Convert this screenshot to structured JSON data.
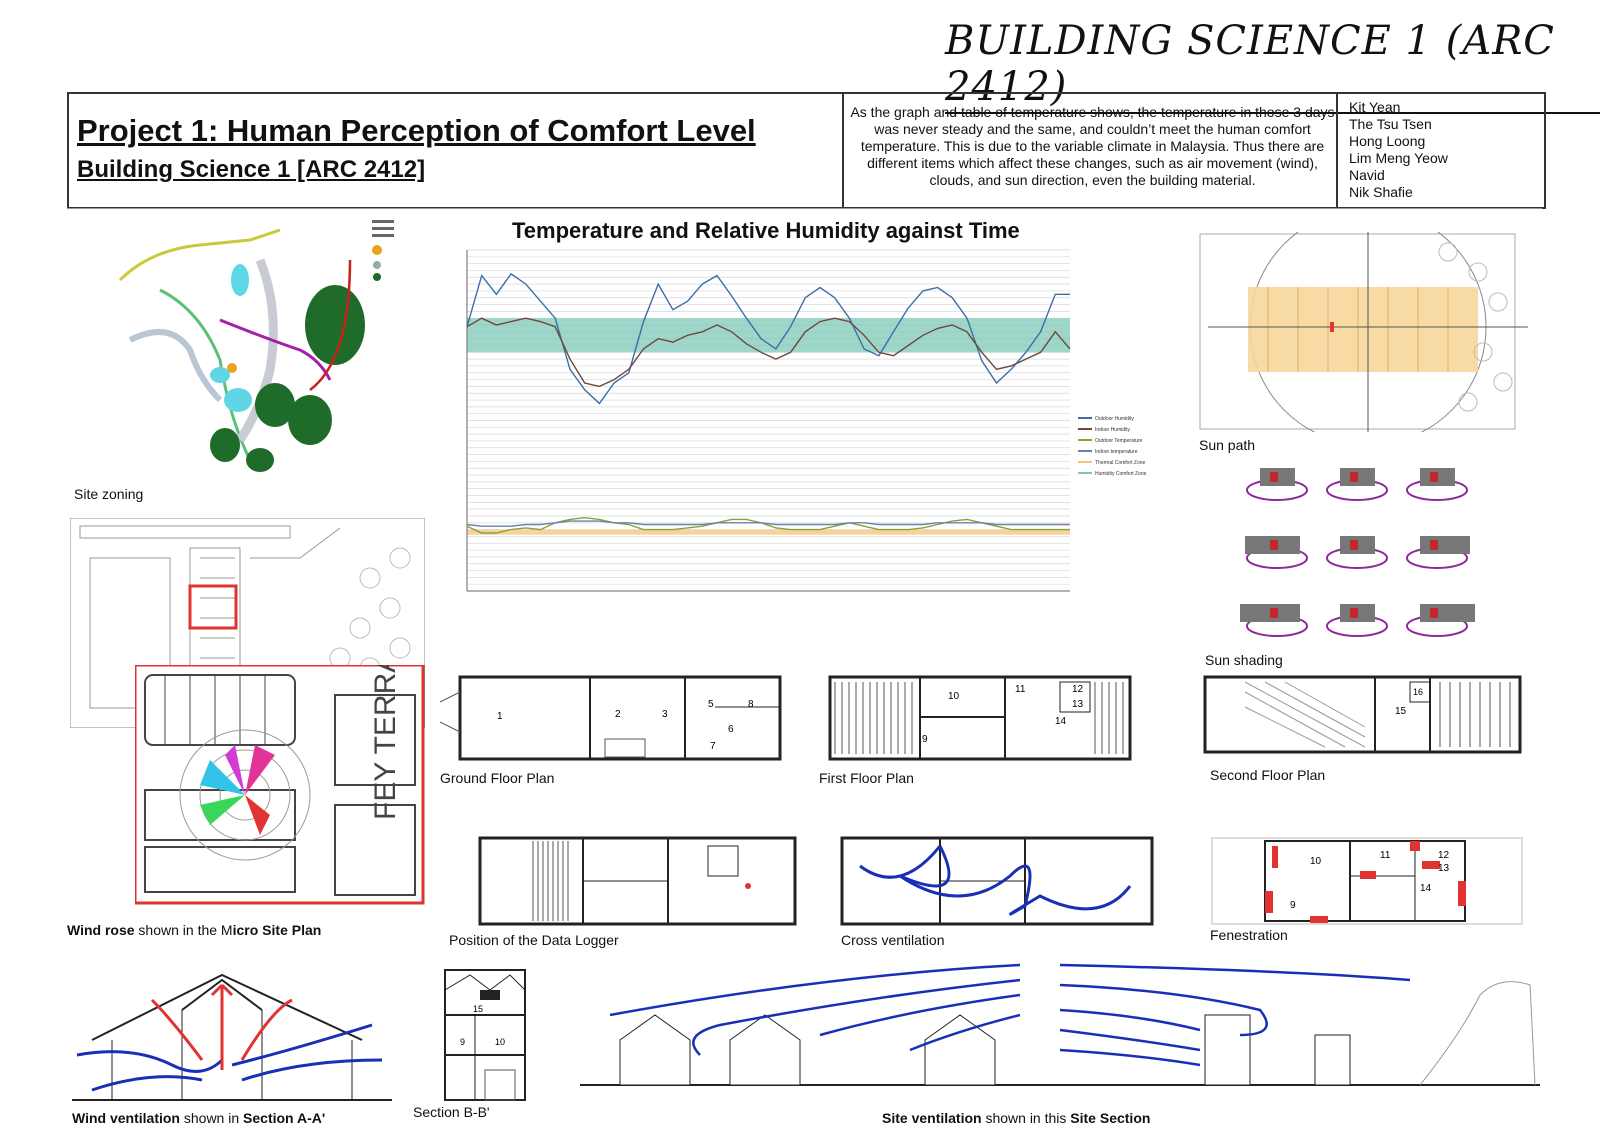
{
  "header": {
    "course_banner": "BUILDING SCIENCE 1 (ARC 2412)",
    "project_title": "Project 1: Human Perception of Comfort Level",
    "project_subtitle": "Building Science 1 [ARC 2412]",
    "summary": "As the graph and table of temperature shows, the temperature in those 3 days was never steady and the same, and couldn’t meet the human comfort temperature. This is due to the variable climate in Malaysia. Thus there are different items which affect these changes, such as air movement (wind), clouds, and sun direction, even the building material.",
    "members": [
      "Kit Yean",
      "The Tsu Tsen",
      "Hong Loong",
      "Lim Meng Yeow",
      "Navid",
      "Nik Shafie"
    ]
  },
  "captions": {
    "site_zoning": "Site zoning",
    "wind_rose_bold": "Wind rose",
    "wind_rose_rest": " shown in the M",
    "wind_rose_bold2": "icro Site Plan",
    "data_logger": "Position of the Data Logger",
    "cross_ventilation": "Cross ventilation",
    "fenestration": "Fenestration",
    "sun_path": "Sun path",
    "sun_shading": "Sun shading",
    "ground_floor": "Ground Floor Plan",
    "first_floor": "First Floor Plan",
    "second_floor": "Second Floor Plan",
    "wind_vent_bold": "Wind ventilation",
    "wind_vent_rest": " shown in ",
    "wind_vent_bold2": "Section A-A'",
    "section_bb": "Section B-B'",
    "site_vent_bold": "Site ventilation",
    "site_vent_rest": " shown in this ",
    "site_vent_bold2": "Site Section"
  },
  "chart_data": {
    "type": "line",
    "title": "Temperature and Relative Humidity against Time",
    "series": [
      {
        "name": "Outdoor Humidity",
        "color": "#3b6ea8",
        "values": [
          55,
          85,
          74,
          86,
          80,
          70,
          60,
          30,
          18,
          10,
          22,
          28,
          58,
          80,
          65,
          70,
          80,
          85,
          73,
          60,
          48,
          42,
          55,
          72,
          78,
          72,
          60,
          42,
          38,
          52,
          66,
          76,
          78,
          72,
          60,
          35,
          22,
          30,
          40,
          52,
          74,
          74
        ]
      },
      {
        "name": "Indoor Humidity",
        "color": "#6b4a3a",
        "values": [
          55,
          60,
          56,
          58,
          60,
          58,
          55,
          36,
          22,
          20,
          24,
          30,
          42,
          48,
          46,
          50,
          52,
          56,
          52,
          45,
          40,
          36,
          40,
          52,
          58,
          60,
          58,
          50,
          40,
          38,
          44,
          50,
          54,
          56,
          52,
          40,
          30,
          32,
          36,
          40,
          52,
          42
        ]
      },
      {
        "name": "Outdoor Temperature",
        "color": "#8aa13a",
        "values": [
          -62,
          -66,
          -66,
          -64,
          -63,
          -64,
          -60,
          -58,
          -57,
          -58,
          -60,
          -61,
          -64,
          -64,
          -64,
          -63,
          -62,
          -60,
          -58,
          -58,
          -60,
          -63,
          -64,
          -64,
          -64,
          -62,
          -60,
          -62,
          -64,
          -64,
          -64,
          -63,
          -61,
          -59,
          -58,
          -60,
          -62,
          -64,
          -64,
          -64,
          -64,
          -64
        ]
      },
      {
        "name": "Indoor temperature",
        "color": "#6d7fb0",
        "values": [
          -61,
          -62,
          -62,
          -62,
          -61,
          -61,
          -60,
          -59,
          -59,
          -59,
          -60,
          -60,
          -61,
          -61,
          -61,
          -61,
          -61,
          -60,
          -60,
          -60,
          -60,
          -61,
          -61,
          -61,
          -61,
          -61,
          -60,
          -60,
          -61,
          -61,
          -61,
          -61,
          -60,
          -60,
          -60,
          -60,
          -61,
          -61,
          -61,
          -61,
          -61,
          -61
        ]
      }
    ],
    "bands": [
      {
        "name": "Thermal Comfort Zone",
        "color": "#f4c47a",
        "range": [
          -67,
          -64
        ]
      },
      {
        "name": "Humidity Comfort Zone",
        "color": "#7fc8b8",
        "range": [
          40,
          60
        ]
      }
    ],
    "legend": [
      "Outdoor Humidity",
      "Indoor Humidity",
      "Outdoor Temperature",
      "Indoor temperature",
      "Thermal Comfort Zone",
      "Humidity Comfort Zone"
    ],
    "ylim": [
      -100,
      100
    ],
    "grid": true,
    "legend_position": "right"
  },
  "colors": {
    "accent_red": "#e23333",
    "flow_blue": "#1a2fb8",
    "park_green": "#1f6b2a"
  }
}
